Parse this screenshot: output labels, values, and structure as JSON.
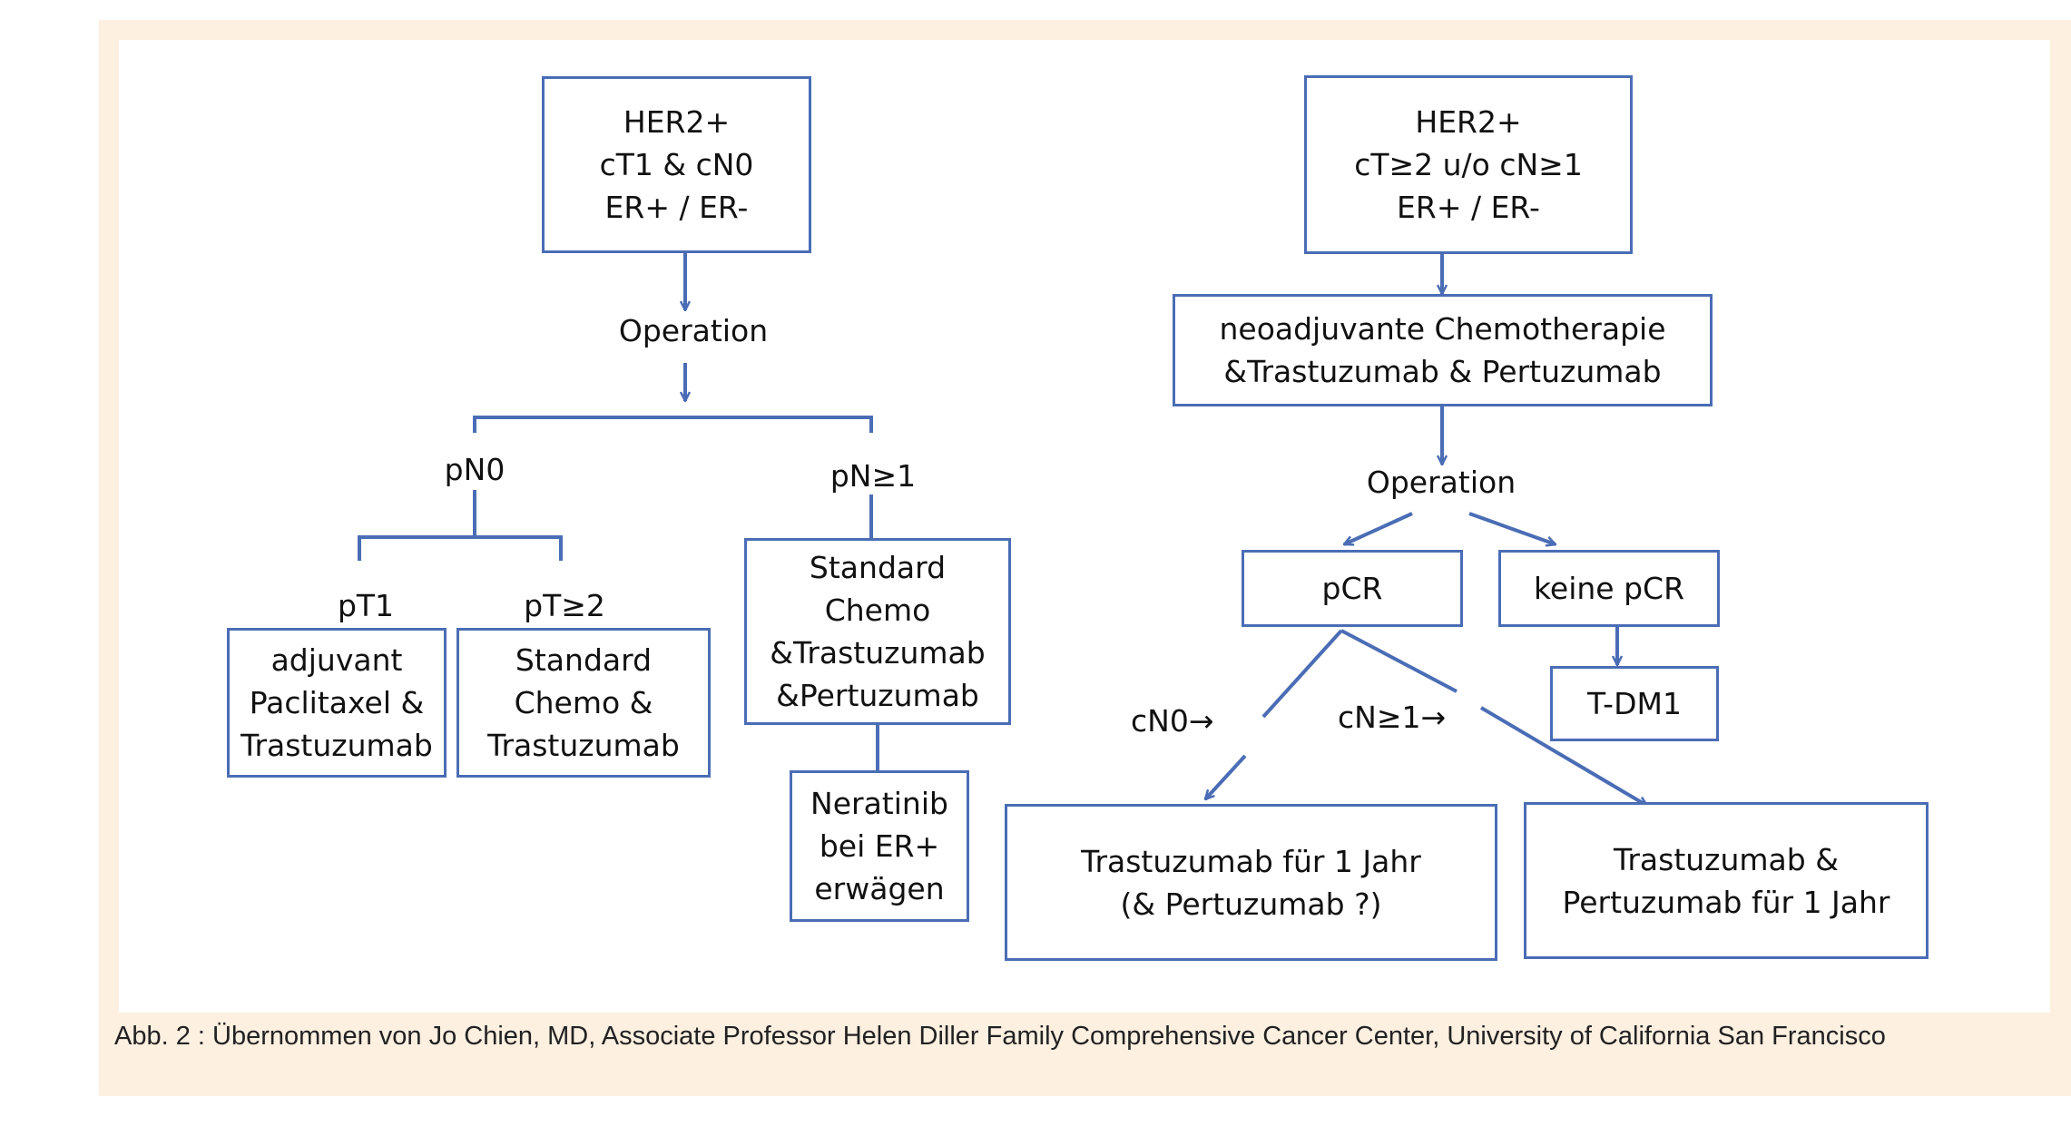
{
  "colors": {
    "line": "#4a6db5",
    "frame": "#fdf0e1",
    "panel": "#ffffff"
  },
  "left": {
    "start_box": "HER2+\ncT1 & cN0\nER+ / ER-",
    "operation": "Operation",
    "pN0": "pN0",
    "pN_ge1": "pN≥1",
    "pT1": "pT1",
    "pT_ge2": "pT≥2",
    "box_pt1": "adjuvant\nPaclitaxel &\nTrastuzumab",
    "box_pt2": "Standard\nChemo &\nTrastuzumab",
    "box_pn1": "Standard Chemo\n&Trastuzumab\n&Pertuzumab",
    "box_neratinib": "Neratinib\nbei ER+\nerwägen"
  },
  "right": {
    "start_box": "HER2+\ncT≥2 u/o cN≥1\nER+ / ER-",
    "neo_box": "neoadjuvante Chemotherapie\n&Trastuzumab & Pertuzumab",
    "operation": "Operation",
    "pcr": "pCR",
    "keine_pcr": "keine  pCR",
    "tdm1": "T-DM1",
    "cn0": "cN0→",
    "cn_ge1": "cN≥1→",
    "box_cn0": "Trastuzumab für 1 Jahr\n(& Pertuzumab ?)",
    "box_cn1": "Trastuzumab &\nPertuzumab für 1 Jahr"
  },
  "caption": "Abb. 2 : Übernommen von Jo Chien, MD, Associate Professor Helen Diller Family Comprehensive Cancer Center, University of California San Francisco"
}
